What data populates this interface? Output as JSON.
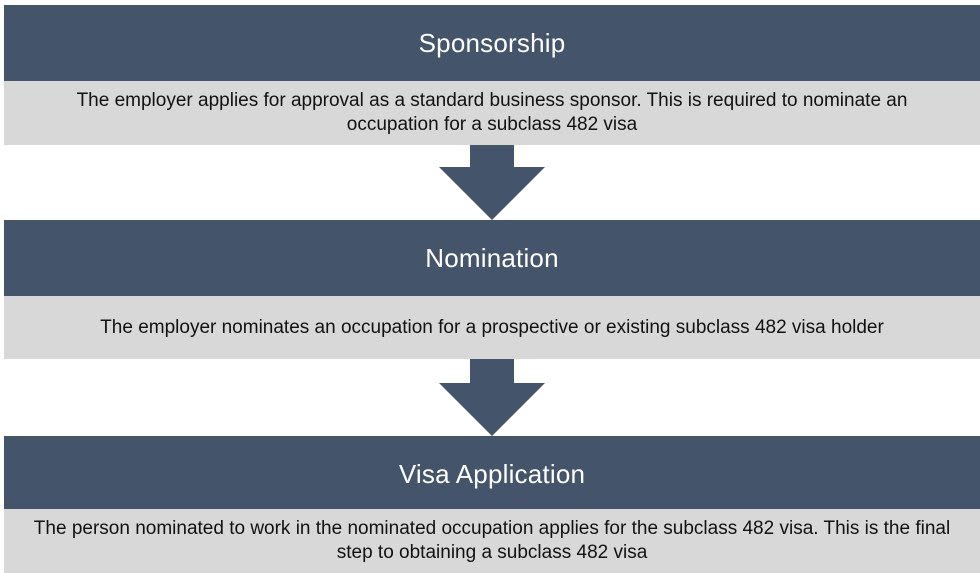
{
  "stages": [
    {
      "title": "Sponsorship",
      "description": "The employer applies for approval as a standard business sponsor. This is required to nominate an occupation for a subclass 482 visa"
    },
    {
      "title": "Nomination",
      "description": "The employer nominates an occupation for a prospective or existing subclass 482 visa holder"
    },
    {
      "title": "Visa Application",
      "description": "The person nominated to work in the nominated occupation applies for the subclass 482 visa. This is the final step to obtaining a subclass 482 visa"
    }
  ],
  "colors": {
    "header": "#44546a",
    "body": "#d8d8d8",
    "arrow": "#44546a"
  }
}
